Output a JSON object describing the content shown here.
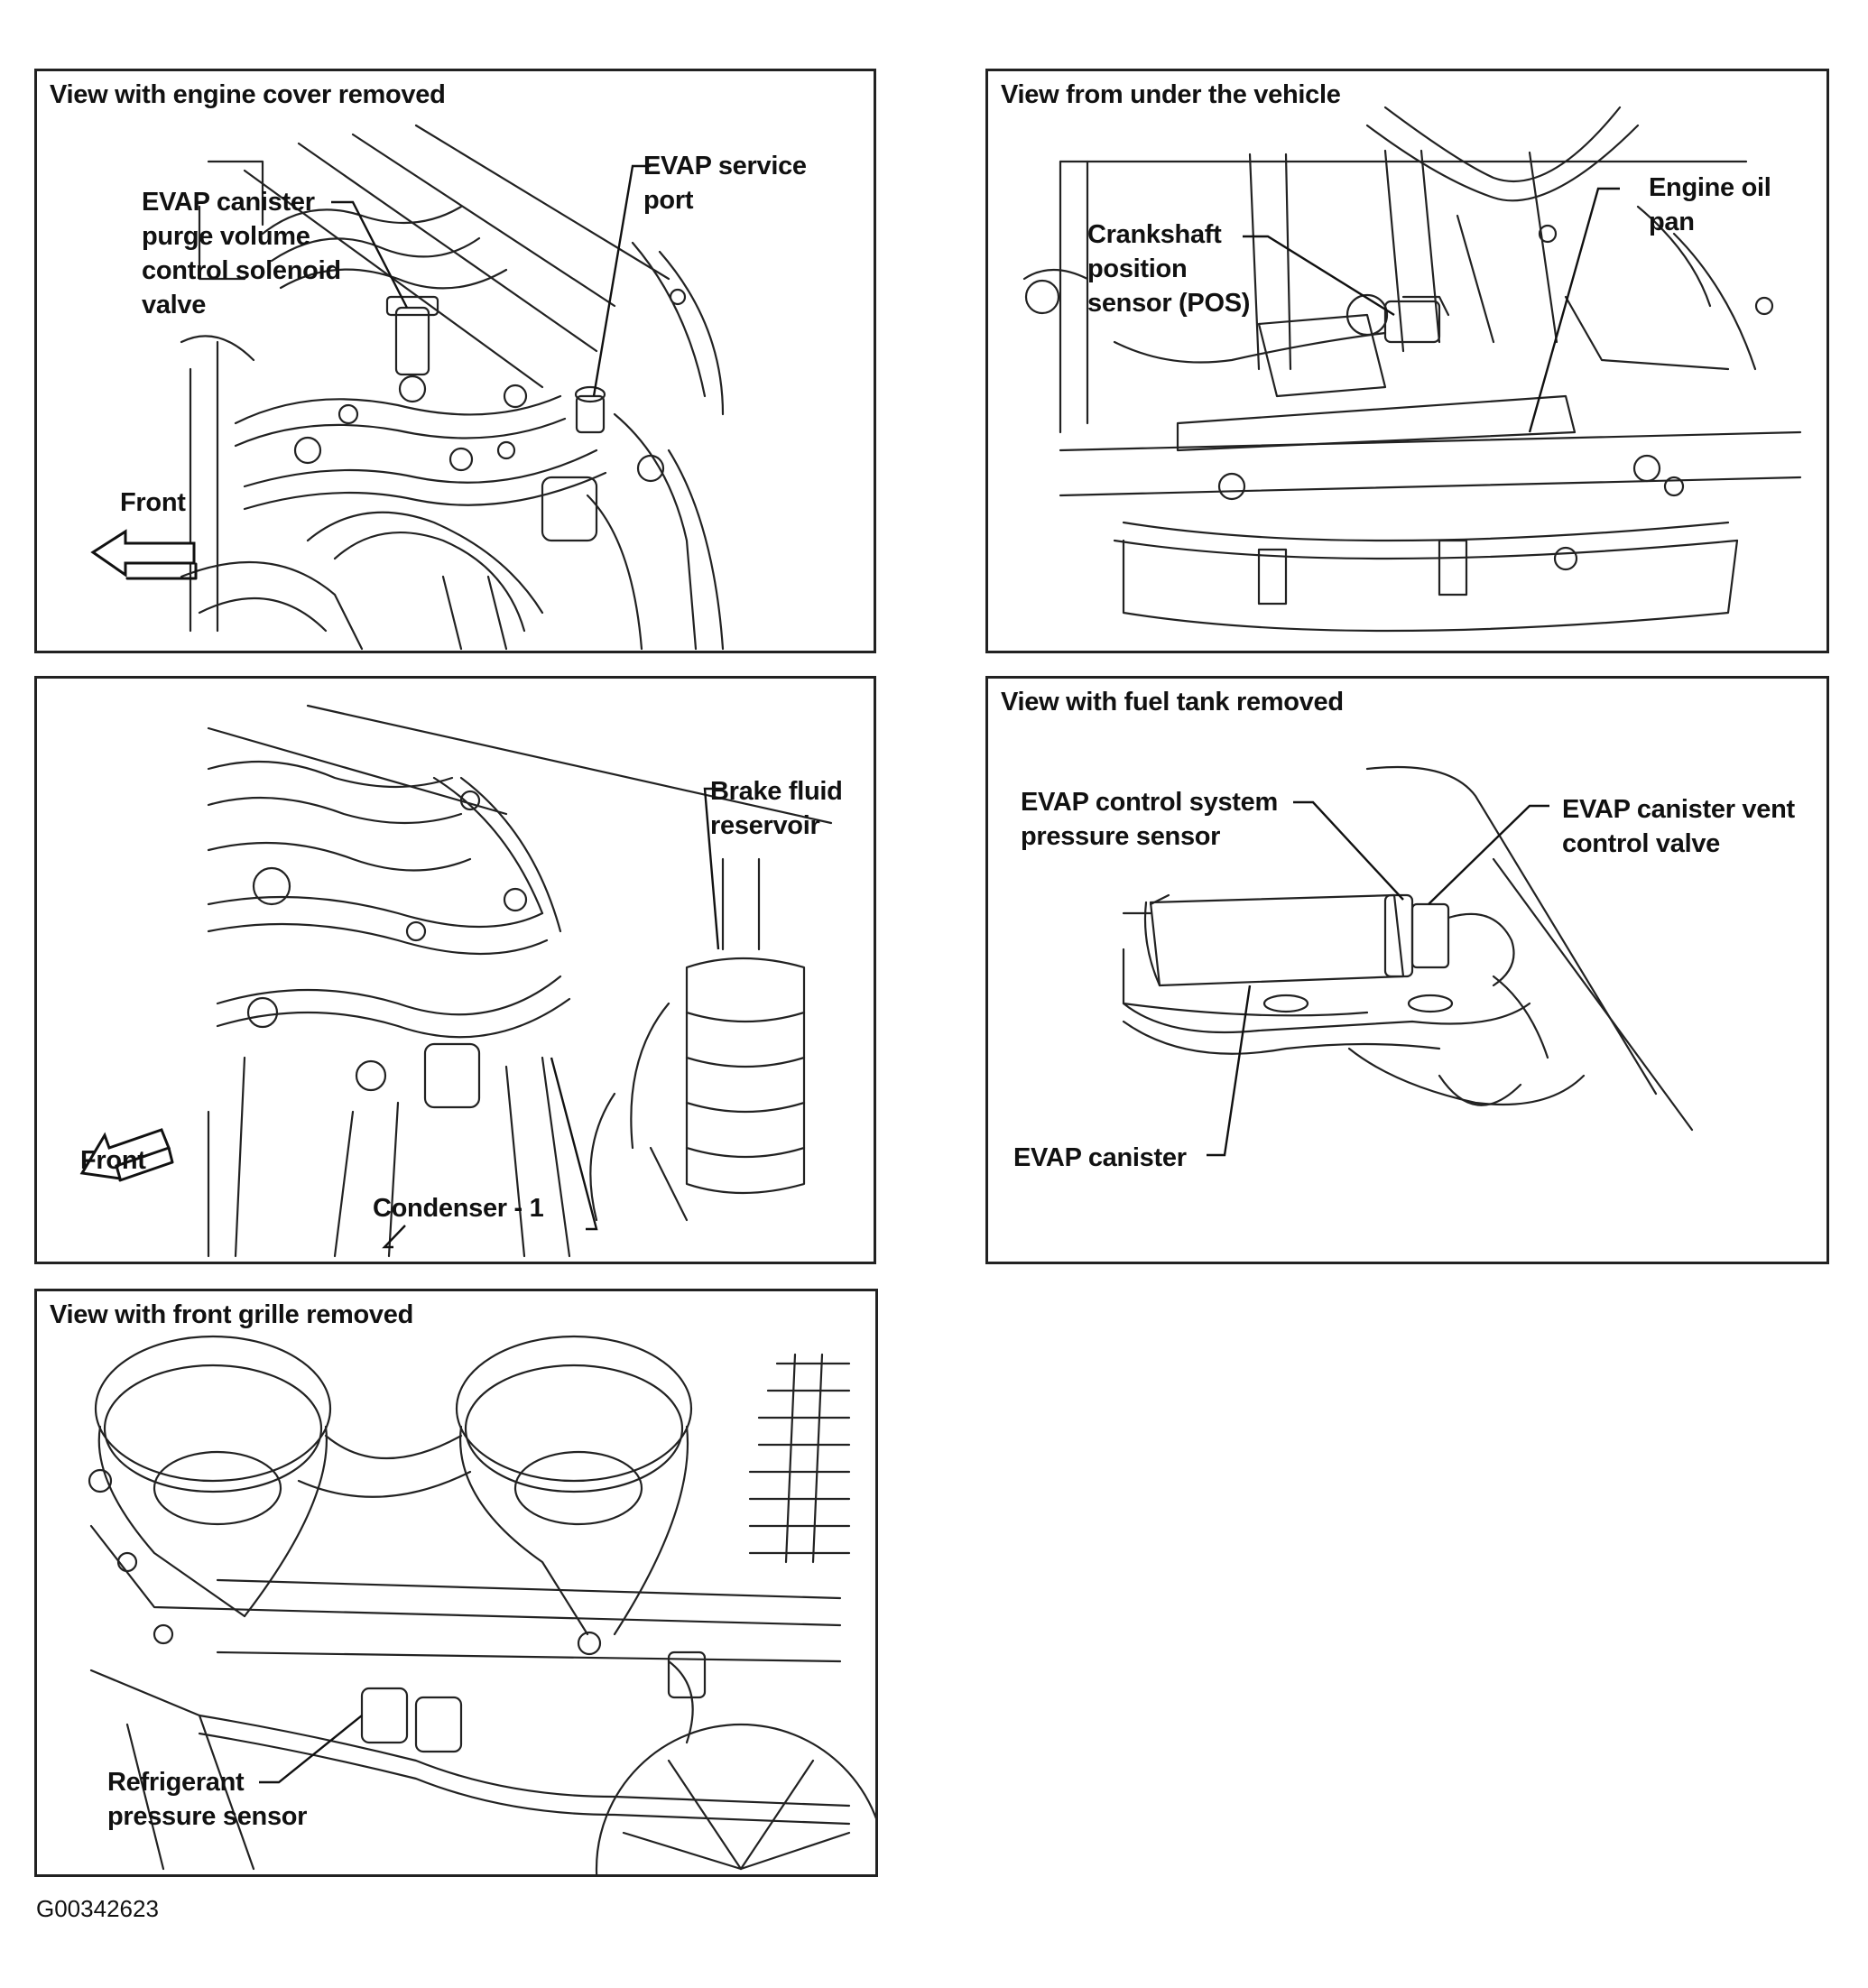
{
  "panels": {
    "engine_cover": {
      "title": "View with engine cover removed",
      "labels": {
        "purge_valve": "EVAP canister\npurge volume\ncontrol solenoid\nvalve",
        "service_port": "EVAP service\nport",
        "front": "Front"
      }
    },
    "under_vehicle": {
      "title": "View from under the vehicle",
      "labels": {
        "crankshaft": "Crankshaft\nposition\nsensor (POS)",
        "oil_pan": "Engine oil\npan"
      }
    },
    "brake": {
      "title": "",
      "labels": {
        "brake_reservoir": "Brake fluid\nreservoir",
        "front": "Front",
        "condenser": "Condenser - 1"
      }
    },
    "fuel_tank": {
      "title": "View with fuel tank removed",
      "labels": {
        "pressure_sensor": "EVAP control system\npressure sensor",
        "vent_valve": "EVAP canister vent\ncontrol valve",
        "canister": "EVAP canister"
      }
    },
    "front_grille": {
      "title": "View with front grille removed",
      "labels": {
        "refrigerant": "Refrigerant\npressure sensor"
      }
    }
  },
  "figure_id": "G00342623"
}
